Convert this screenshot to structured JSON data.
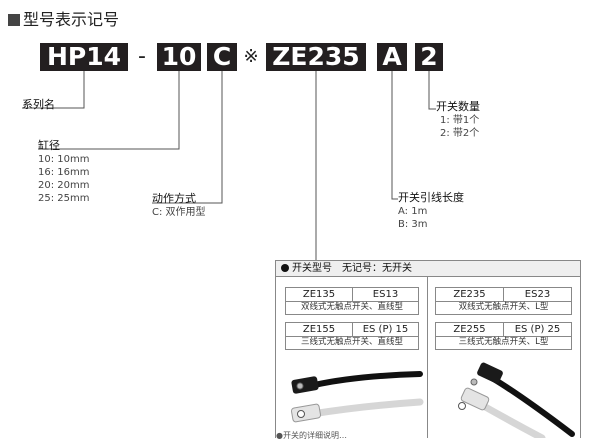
{
  "title": "型号表示记号",
  "code": {
    "series": "HP14",
    "dash": "-",
    "bore": "10",
    "action": "C",
    "mark": "※",
    "switch": "ZE235",
    "lead": "A",
    "qty": "2"
  },
  "labels": {
    "series": "系列名",
    "bore": "缸径",
    "action": "动作方式",
    "lead": "开关引线长度",
    "qty": "开关数量"
  },
  "options": {
    "bore": [
      "10: 10mm",
      "16: 16mm",
      "20: 20mm",
      "25: 25mm"
    ],
    "action": [
      "C: 双作用型"
    ],
    "lead": [
      "A: 1m",
      "B: 3m"
    ],
    "qty": [
      "1: 带1个",
      "2: 带2个"
    ]
  },
  "panel": {
    "heading": "开关型号　无记号：无开关",
    "groups": [
      {
        "a": "ZE135",
        "b": "ES13",
        "caption": "双线式无触点开关、直线型"
      },
      {
        "a": "ZE155",
        "b": "ES (P) 15",
        "caption": "三线式无触点开关、直线型"
      },
      {
        "a": "ZE235",
        "b": "ES23",
        "caption": "双线式无触点开关、L型"
      },
      {
        "a": "ZE255",
        "b": "ES (P) 25",
        "caption": "三线式无触点开关、L型"
      }
    ],
    "footnote": "●开关的详细说明…"
  }
}
